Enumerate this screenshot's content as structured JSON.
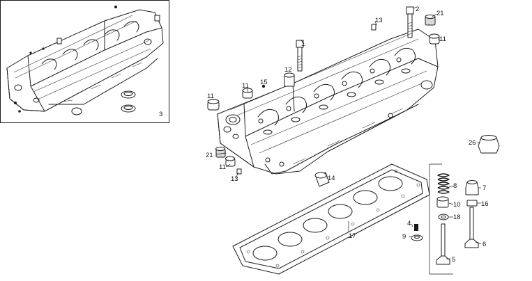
{
  "diagram": {
    "inset_label": "3",
    "callouts": [
      {
        "id": "c1",
        "text": "1"
      },
      {
        "id": "c2",
        "text": "2"
      },
      {
        "id": "c4",
        "text": "4"
      },
      {
        "id": "c5",
        "text": "5"
      },
      {
        "id": "c6",
        "text": "6"
      },
      {
        "id": "c7",
        "text": "7"
      },
      {
        "id": "c8",
        "text": "8"
      },
      {
        "id": "c9",
        "text": "9"
      },
      {
        "id": "c10",
        "text": "10"
      },
      {
        "id": "c11a",
        "text": "11"
      },
      {
        "id": "c11b",
        "text": "11"
      },
      {
        "id": "c11c",
        "text": "11"
      },
      {
        "id": "c11d",
        "text": "11"
      },
      {
        "id": "c12",
        "text": "12"
      },
      {
        "id": "c13a",
        "text": "13"
      },
      {
        "id": "c13b",
        "text": "13"
      },
      {
        "id": "c14",
        "text": "14"
      },
      {
        "id": "c15",
        "text": "15"
      },
      {
        "id": "c16",
        "text": "16"
      },
      {
        "id": "c17",
        "text": "17"
      },
      {
        "id": "c18",
        "text": "18"
      },
      {
        "id": "c21a",
        "text": "21"
      },
      {
        "id": "c21b",
        "text": "21"
      },
      {
        "id": "c26",
        "text": "26"
      }
    ]
  }
}
